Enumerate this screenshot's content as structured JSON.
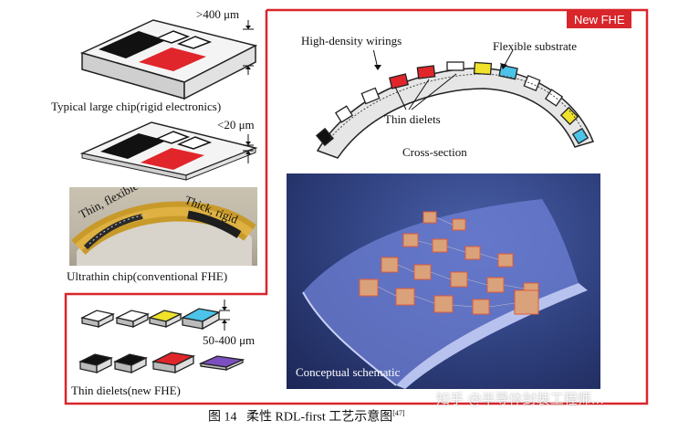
{
  "labels": {
    "dim_400": ">400 μm",
    "typical_chip": "Typical large chip(rigid electronics)",
    "dim_20": "<20 μm",
    "thin_flexible": "Thin, flexible",
    "thick_rigid": "Thick, rigid",
    "ultrathin_chip": "Ultrathin chip(conventional FHE)",
    "new_fhe": "New FHE",
    "high_density": "High-density wirings",
    "flexible_substrate": "Flexible substrate",
    "thin_dielets_top": "Thin dielets",
    "cross_section": "Cross-section",
    "conceptual": "Conceptual schematic",
    "dim_50_400": "50-400 μm",
    "thin_dielets_new": "Thin dielets(new FHE)"
  },
  "caption": {
    "prefix": "图 14",
    "text": "柔性 RDL-first 工艺示意图",
    "ref": "[47]"
  },
  "watermark": "知乎 @半导体封装工程师...",
  "colors": {
    "frame_red": "#d8262b",
    "chip_red": "#e0262b",
    "chip_black": "#111111",
    "dielet_yellow": "#f0e22a",
    "dielet_cyan": "#4cc3e8",
    "dielet_purple": "#7b4fc0",
    "schematic_bg": "#2e3f7c"
  }
}
